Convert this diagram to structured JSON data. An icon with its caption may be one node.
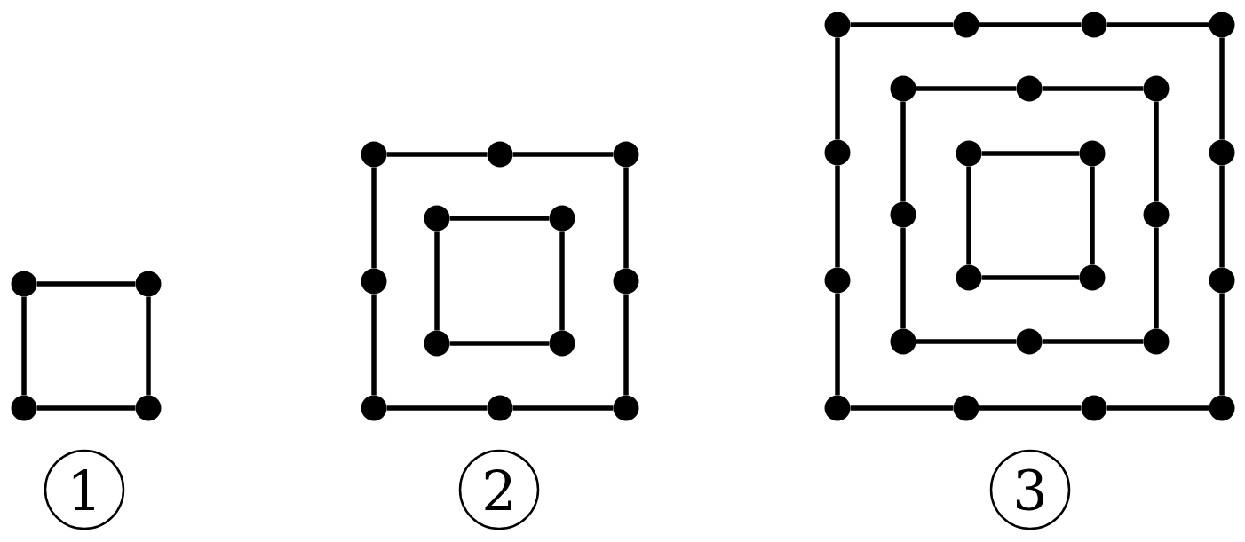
{
  "diagram": {
    "nodes": [
      {
        "text": [],
        "shape": "circle"
      },
      {
        "text": [],
        "shape": "circle"
      },
      {
        "text": [],
        "shape": "circle"
      },
      {
        "text": [],
        "shape": "circle"
      },
      {
        "text": [],
        "shape": "circle"
      },
      {
        "text": [],
        "shape": "circle"
      },
      {
        "text": [],
        "shape": "circle"
      },
      {
        "text": [],
        "shape": "circle"
      },
      {
        "text": [],
        "shape": "circle"
      },
      {
        "text": [],
        "shape": "circle"
      },
      {
        "text": [],
        "shape": "circle"
      },
      {
        "text": [],
        "shape": "circle"
      },
      {
        "text": [],
        "shape": "circle"
      },
      {
        "text": [],
        "shape": "circle"
      },
      {
        "text": [],
        "shape": "circle"
      },
      {
        "text": [],
        "shape": "circle"
      },
      {
        "text": [],
        "shape": "circle"
      },
      {
        "text": [],
        "shape": "circle"
      },
      {
        "text": [],
        "shape": "circle"
      },
      {
        "text": [],
        "shape": "circle"
      },
      {
        "text": [],
        "shape": "circle"
      },
      {
        "text": [],
        "shape": "circle"
      },
      {
        "text": [],
        "shape": "circle"
      },
      {
        "text": [],
        "shape": "circle"
      },
      {
        "text": [],
        "shape": "circle"
      },
      {
        "text": [],
        "shape": "circle"
      },
      {
        "text": [],
        "shape": "circle"
      },
      {
        "text": [],
        "shape": "circle"
      },
      {
        "text": [],
        "shape": "circle"
      },
      {
        "text": [],
        "shape": "circle"
      },
      {
        "text": [],
        "shape": "circle"
      },
      {
        "text": [],
        "shape": "circle"
      },
      {
        "text": [],
        "shape": "circle"
      },
      {
        "text": [],
        "shape": "circle"
      },
      {
        "text": [],
        "shape": "circle"
      },
      {
        "text": [],
        "shape": "circle"
      },
      {
        "text": [],
        "shape": "circle"
      },
      {
        "text": [],
        "shape": "circle"
      },
      {
        "text": [],
        "shape": "circle"
      },
      {
        "text": [],
        "shape": "circle"
      }
    ],
    "edges": [
      {
        "from": 0,
        "to": 1,
        "arrow": "none"
      },
      {
        "from": 1,
        "to": 2,
        "arrow": "none"
      },
      {
        "from": 2,
        "to": 3,
        "arrow": "none"
      },
      {
        "from": 3,
        "to": 0,
        "arrow": "none"
      },
      {
        "from": 4,
        "to": 5,
        "arrow": "none"
      },
      {
        "from": 5,
        "to": 6,
        "arrow": "none"
      },
      {
        "from": 6,
        "to": 7,
        "arrow": "none"
      },
      {
        "from": 7,
        "to": 8,
        "arrow": "none"
      },
      {
        "from": 8,
        "to": 9,
        "arrow": "none"
      },
      {
        "from": 9,
        "to": 10,
        "arrow": "none"
      },
      {
        "from": 10,
        "to": 11,
        "arrow": "none"
      },
      {
        "from": 11,
        "to": 4,
        "arrow": "none"
      },
      {
        "from": 12,
        "to": 13,
        "arrow": "none"
      },
      {
        "from": 13,
        "to": 14,
        "arrow": "none"
      },
      {
        "from": 14,
        "to": 15,
        "arrow": "none"
      },
      {
        "from": 15,
        "to": 12,
        "arrow": "none"
      },
      {
        "from": 16,
        "to": 17,
        "arrow": "none"
      },
      {
        "from": 17,
        "to": 18,
        "arrow": "none"
      },
      {
        "from": 18,
        "to": 19,
        "arrow": "none"
      },
      {
        "from": 19,
        "to": 20,
        "arrow": "none"
      },
      {
        "from": 20,
        "to": 21,
        "arrow": "none"
      },
      {
        "from": 21,
        "to": 22,
        "arrow": "none"
      },
      {
        "from": 22,
        "to": 23,
        "arrow": "none"
      },
      {
        "from": 23,
        "to": 24,
        "arrow": "none"
      },
      {
        "from": 24,
        "to": 25,
        "arrow": "none"
      },
      {
        "from": 25,
        "to": 26,
        "arrow": "none"
      },
      {
        "from": 26,
        "to": 27,
        "arrow": "none"
      },
      {
        "from": 27,
        "to": 16,
        "arrow": "none"
      },
      {
        "from": 28,
        "to": 29,
        "arrow": "none"
      },
      {
        "from": 29,
        "to": 30,
        "arrow": "none"
      },
      {
        "from": 30,
        "to": 31,
        "arrow": "none"
      },
      {
        "from": 31,
        "to": 32,
        "arrow": "none"
      },
      {
        "from": 32,
        "to": 33,
        "arrow": "none"
      },
      {
        "from": 33,
        "to": 34,
        "arrow": "none"
      },
      {
        "from": 34,
        "to": 35,
        "arrow": "none"
      },
      {
        "from": 35,
        "to": 28,
        "arrow": "none"
      },
      {
        "from": 36,
        "to": 37,
        "arrow": "none"
      },
      {
        "from": 37,
        "to": 38,
        "arrow": "none"
      },
      {
        "from": 38,
        "to": 39,
        "arrow": "none"
      },
      {
        "from": 39,
        "to": 36,
        "arrow": "none"
      }
    ],
    "labels": [
      "1",
      "2",
      "3"
    ]
  }
}
